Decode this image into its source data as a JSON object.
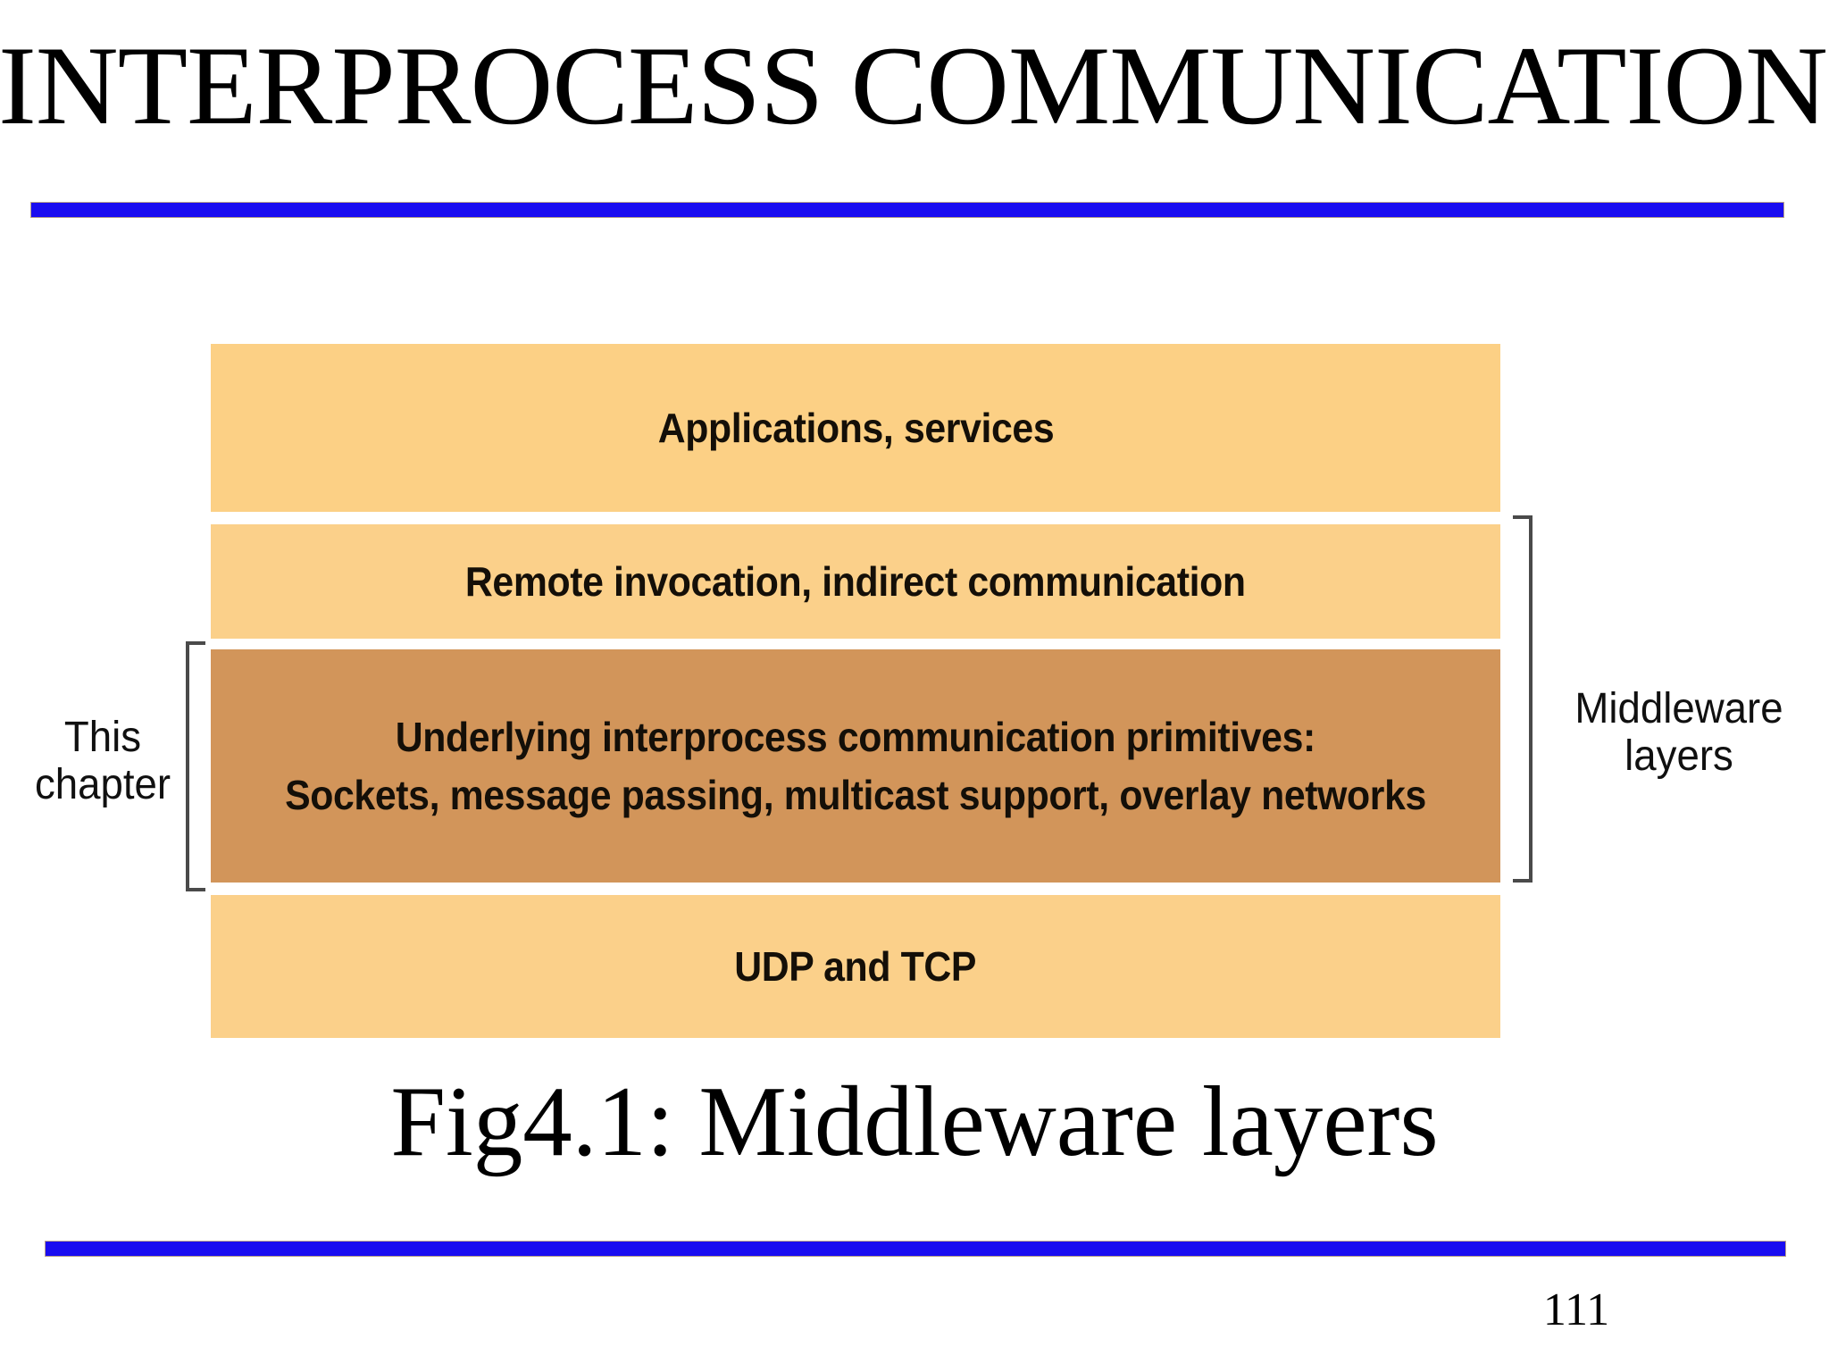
{
  "slide": {
    "title": "INTERPROCESS COMMUNICATION",
    "page_number": "111",
    "accent_rule_color": "#1a0cf0",
    "background_color": "#ffffff"
  },
  "figure": {
    "caption": "Fig4.1: Middleware layers",
    "left_bracket_label_line1": "This",
    "left_bracket_label_line2": "chapter",
    "right_bracket_label_line1": "Middleware",
    "right_bracket_label_line2": "layers",
    "layers": [
      {
        "id": "applications",
        "line1": "Applications, services",
        "line2": "",
        "fill": "#fcd085",
        "highlighted": false
      },
      {
        "id": "remote-invocation",
        "line1": "Remote invocation, indirect communication",
        "line2": "",
        "fill": "#fbd08a",
        "highlighted": false
      },
      {
        "id": "ipc-primitives",
        "line1": "Underlying interprocess communication primitives:",
        "line2": "Sockets, message passing, multicast support, overlay networks",
        "fill": "#d2955a",
        "highlighted": true
      },
      {
        "id": "udp-tcp",
        "line1": "UDP and TCP",
        "line2": "",
        "fill": "#fbd08a",
        "highlighted": false
      }
    ]
  }
}
